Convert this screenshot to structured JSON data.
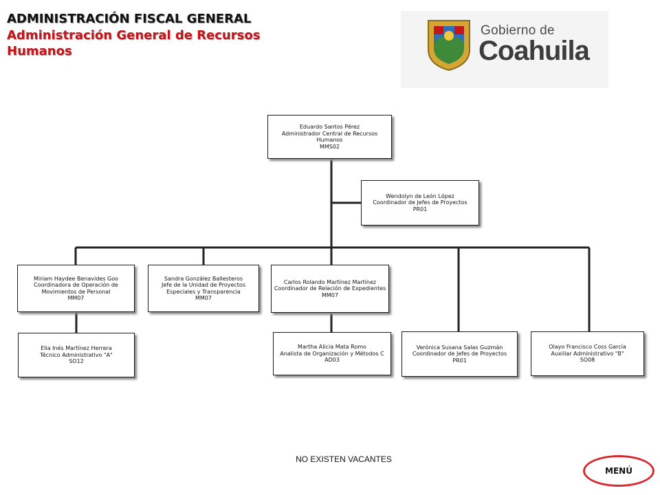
{
  "header": {
    "line1": "ADMINISTRACIÓN FISCAL GENERAL",
    "line2": "Administración General de Recursos Humanos"
  },
  "logo": {
    "title": "Gobierno de",
    "name": "Coahuila",
    "colors": {
      "gold": "#d4a732",
      "green": "#3f8a3a",
      "red": "#c0161c",
      "blue": "#2e6fb5"
    }
  },
  "org": {
    "root": {
      "name": "Eduardo Santos Pérez",
      "position": "Administrador Central de Recursos Humanos",
      "code": "MMS02"
    },
    "staff": {
      "name": "Wendolyn de León López",
      "position": "Coordinador de Jefes de Proyectos",
      "code": "PR01"
    },
    "level2": [
      {
        "name": "Miriam Haydee Benavides Goo",
        "position": "Coordinadora de Operación de Movimientos de Personal",
        "code": "MM07"
      },
      {
        "name": "Sandra González Ballesteros",
        "position": "Jefe de la Unidad de Proyectos Especiales y Transparencia",
        "code": "MM07"
      },
      {
        "name": "Carlos Rolando Martínez Martínez",
        "position": "Coordinador de Relación de Expedientes",
        "code": "MM07"
      },
      {
        "name": "Verónica Susana Salas Guzmán",
        "position": "Coordinador de Jefes de Proyectos",
        "code": "PR01"
      },
      {
        "name": "Olayo Francisco Coss García",
        "position": "Auxiliar Administrativo \"B\"",
        "code": "SO08"
      }
    ],
    "level3": [
      {
        "name": "Elia Inés Martínez Herrera",
        "position": "Técnico Administrativo \"A\"",
        "code": "SO12"
      },
      {
        "name": "Martha Alicia Mata Romo",
        "position": "Analista de Organización y Métodos C",
        "code": "AD03"
      }
    ]
  },
  "footer": {
    "vacancies": "NO EXISTEN VACANTES",
    "menu_label": "MENÚ"
  }
}
